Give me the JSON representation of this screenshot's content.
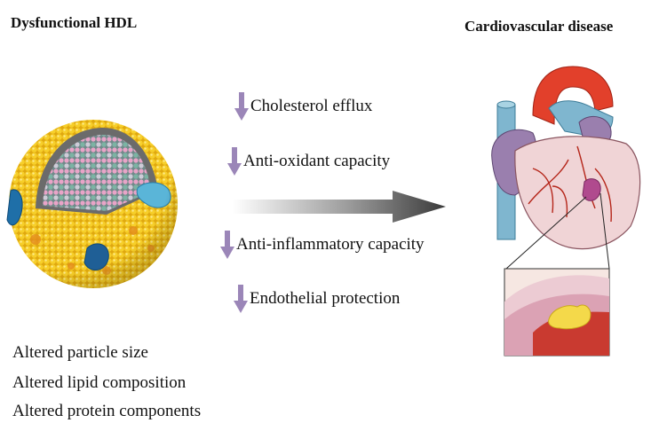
{
  "titles": {
    "left": "Dysfunctional HDL",
    "right": "Cardiovascular disease"
  },
  "effects": [
    {
      "label": "Cholesterol efflux",
      "icon": "down-arrow-icon"
    },
    {
      "label": "Anti-oxidant capacity",
      "icon": "down-arrow-icon"
    },
    {
      "label": "Anti-inflammatory capacity",
      "icon": "down-arrow-icon"
    },
    {
      "label": "Endothelial protection",
      "icon": "down-arrow-icon"
    }
  ],
  "alterations": [
    "Altered particle size",
    "Altered lipid composition",
    "Altered protein components"
  ],
  "colors": {
    "down_arrow": "#9b86b8",
    "particle_shell": "#f2c21c",
    "particle_core_pink": "#e9a4c8",
    "particle_core_green": "#5fb89a",
    "apoprotein": "#1f6fa8",
    "heart_red": "#e2402b",
    "heart_blue": "#7fb6cf",
    "heart_purple": "#9a7fae",
    "heart_pink": "#f0d4d6",
    "plaque_yellow": "#f4d94a"
  }
}
